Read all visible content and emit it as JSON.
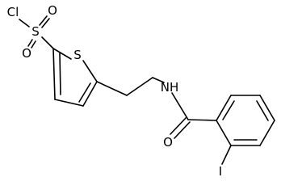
{
  "atoms": {
    "chlorine": "Cl",
    "sulfonyl_sulfur": "S",
    "sulfonyl_oxygen_top": "O",
    "sulfonyl_oxygen_bottom": "O",
    "thiophene_sulfur": "S",
    "amide_nitrogen": "NH",
    "carbonyl_oxygen": "O",
    "iodine": "I"
  },
  "colors": {
    "ink": "#000000",
    "background": "#ffffff"
  }
}
